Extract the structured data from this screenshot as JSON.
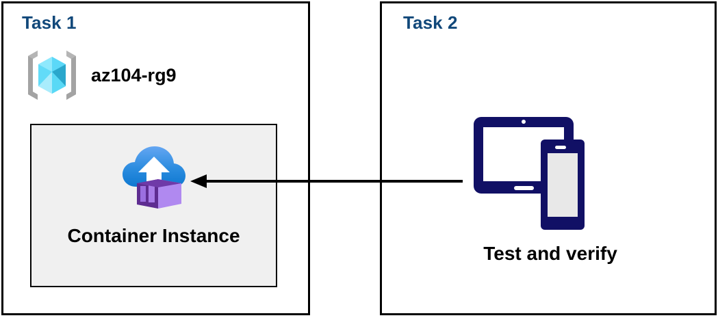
{
  "diagram": {
    "title": "Azure Container Instance deployment and verification flow",
    "background": "#ffffff",
    "accent_color": "#11487a",
    "line_color": "#000000"
  },
  "panels": [
    {
      "id": "task1",
      "title": "Task 1",
      "resource_group": {
        "icon": "azure-resource-group-icon",
        "label": "az104-rg9"
      },
      "resource": {
        "icon": "azure-container-instance-icon",
        "label": "Container Instance",
        "box_fill": "#f0f0f0",
        "box_border": "#000000"
      }
    },
    {
      "id": "task2",
      "title": "Task 2",
      "device": {
        "icon": "tablet-and-phone-icon",
        "label": "Test and verify",
        "color": "#111065"
      }
    }
  ],
  "connector": {
    "name": "verify-to-container-arrow",
    "direction": "right-to-left",
    "color": "#000000",
    "from": "Test and verify",
    "to": "Container Instance"
  },
  "icon_colors": {
    "rg_bracket": "#a3a3a3",
    "cube_top_left": "#7fe3fb",
    "cube_top_right": "#50d5f7",
    "cube_right": "#2aa7cc",
    "cube_bottom_left": "#b9effd",
    "cube_bottom_right": "#8fe2f9",
    "cloud_top": "#5ea0ef",
    "cloud_bottom": "#0e78d0",
    "container_dark": "#5e2d91",
    "container_mid": "#9b6fe0",
    "container_light": "#b089f0",
    "device_navy": "#111065",
    "phone_screen": "#e8e8e8"
  }
}
